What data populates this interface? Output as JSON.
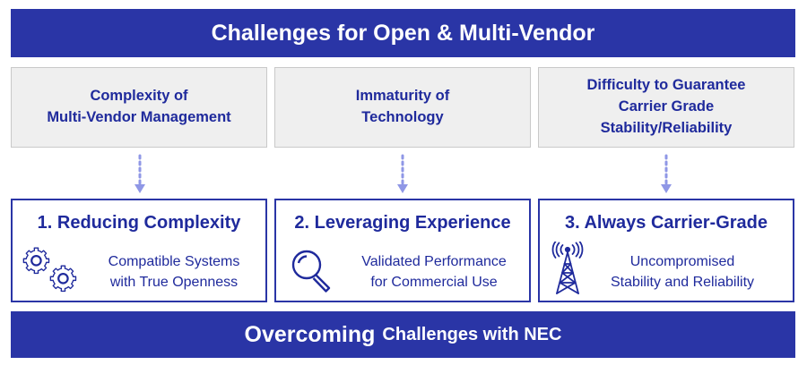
{
  "header": {
    "title": "Challenges for Open & Multi-Vendor"
  },
  "challenges": [
    {
      "line1": "Complexity of",
      "line2": "Multi-Vendor Management",
      "line3": ""
    },
    {
      "line1": "Immaturity of",
      "line2": "Technology",
      "line3": ""
    },
    {
      "line1": "Difficulty to Guarantee",
      "line2": "Carrier Grade",
      "line3": "Stability/Reliability"
    }
  ],
  "solutions": [
    {
      "title": "1. Reducing Complexity",
      "desc1": "Compatible Systems",
      "desc2": "with True Openness",
      "icon": "gears-icon"
    },
    {
      "title": "2. Leveraging Experience",
      "desc1": "Validated Performance",
      "desc2": "for Commercial Use",
      "icon": "magnifier-icon"
    },
    {
      "title": "3. Always Carrier-Grade",
      "desc1": "Uncompromised",
      "desc2": "Stability and Reliability",
      "icon": "antenna-tower-icon"
    }
  ],
  "footer": {
    "title_bold": "Overcoming",
    "title_rest": "Challenges with NEC"
  },
  "colors": {
    "primary": "#2a35a6",
    "text": "#1f2a9c",
    "box_bg": "#efefef",
    "arrow": "#8f97e6"
  }
}
